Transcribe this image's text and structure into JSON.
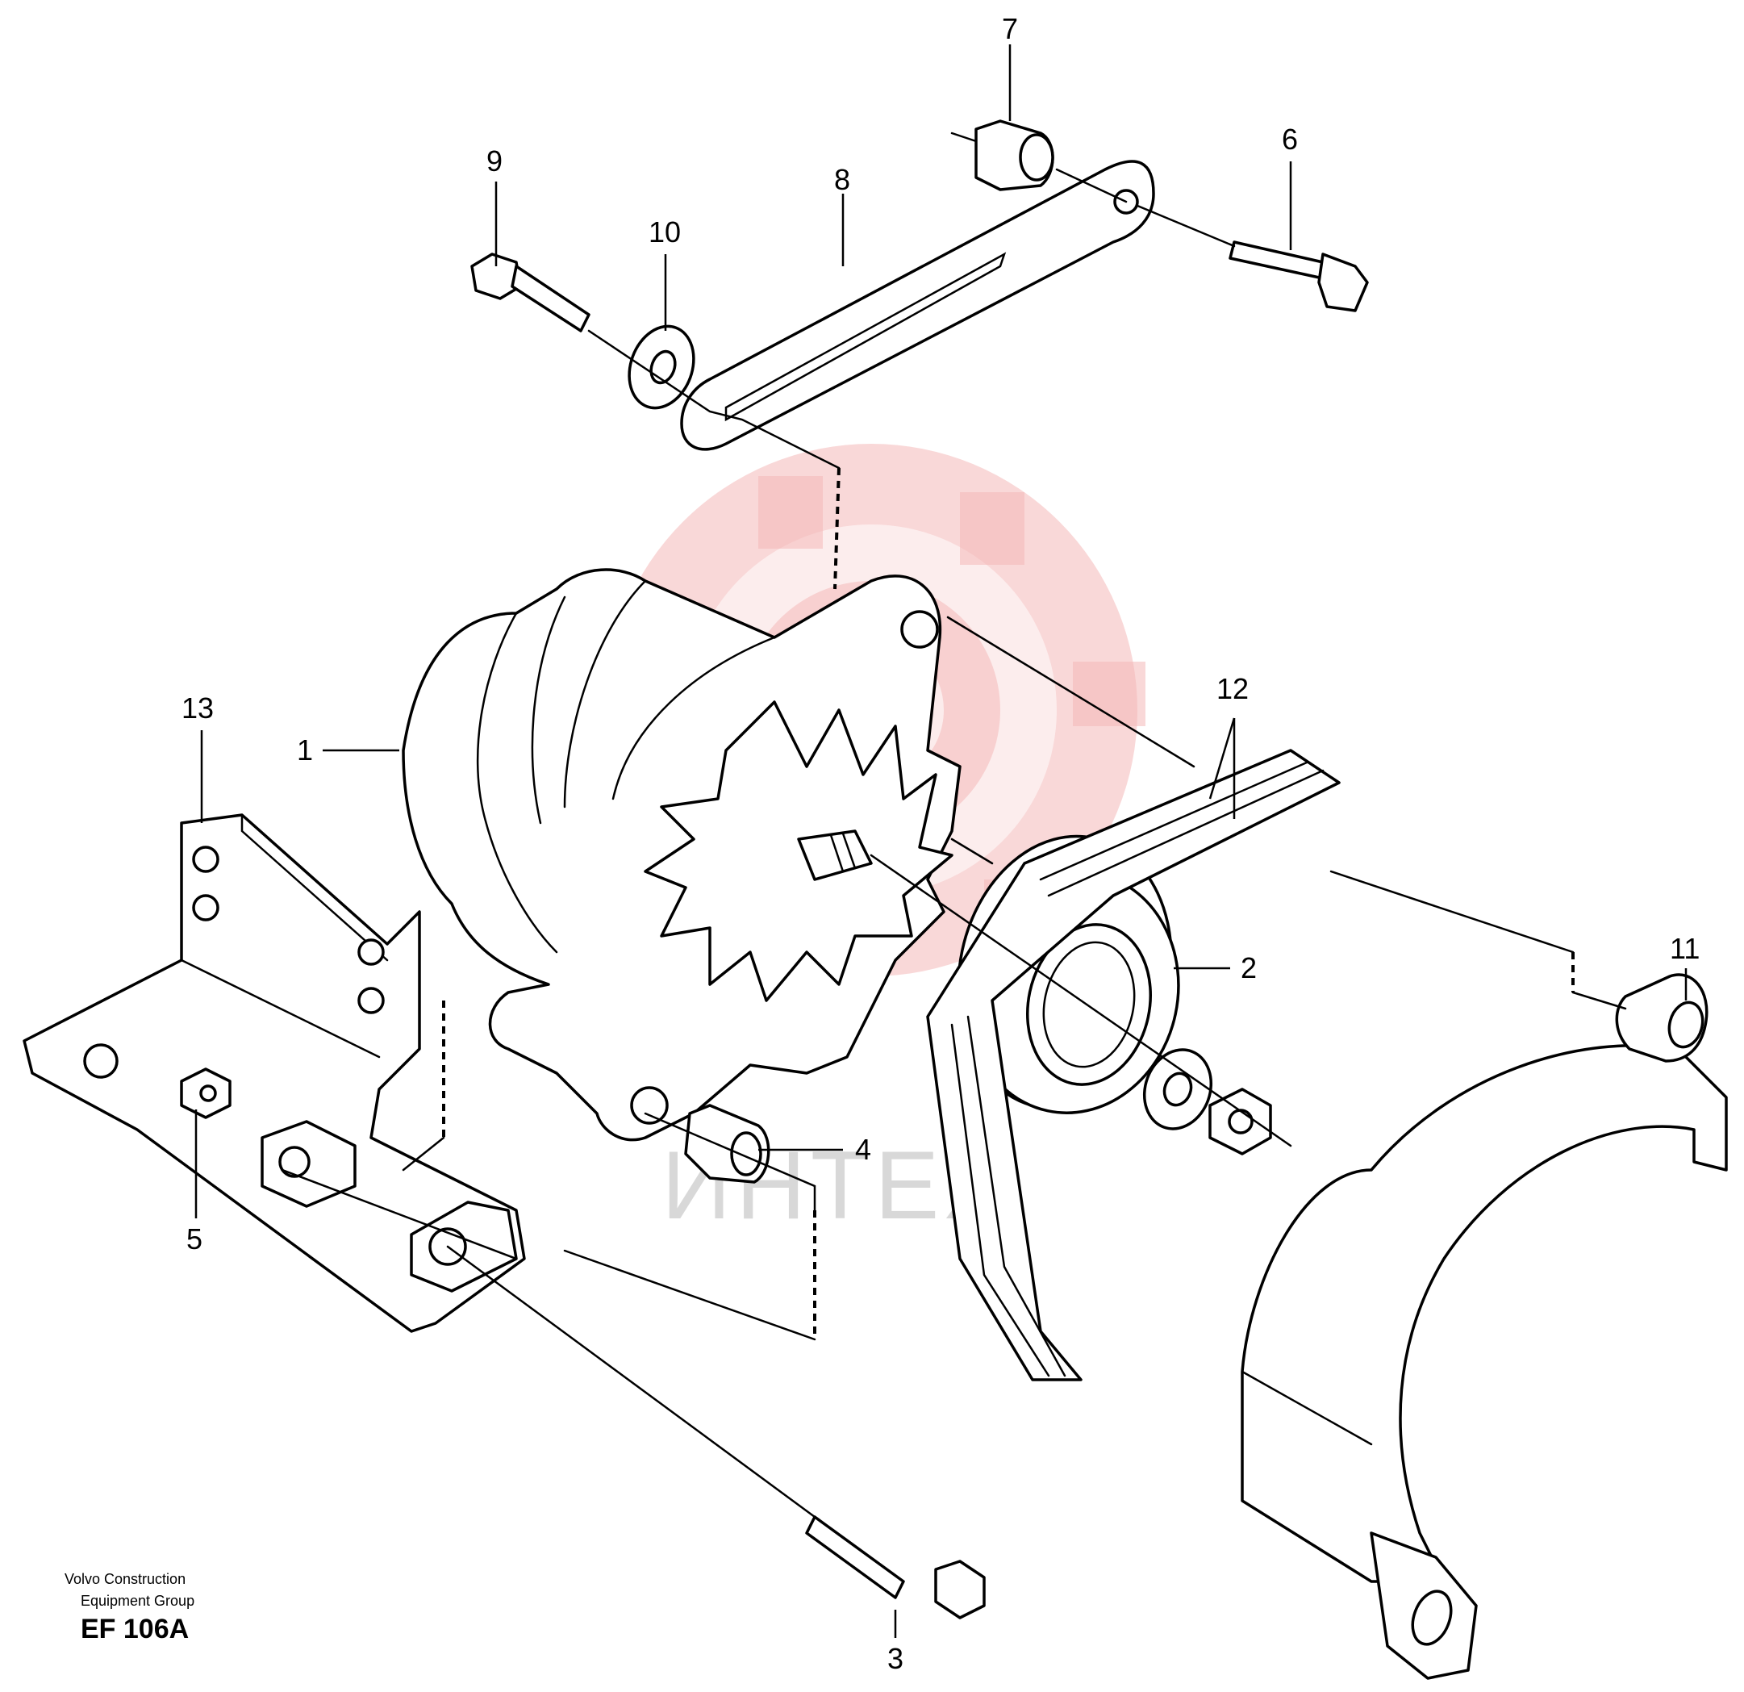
{
  "diagram": {
    "callouts": [
      "1",
      "2",
      "3",
      "4",
      "5",
      "6",
      "7",
      "8",
      "9",
      "10",
      "11",
      "12",
      "13"
    ],
    "footer": {
      "line1": "Volvo Construction",
      "line2": "Equipment Group",
      "code": "EF 106A"
    },
    "watermark": {
      "text": "ИНТЕХ",
      "color": "#f4b8b8"
    }
  }
}
